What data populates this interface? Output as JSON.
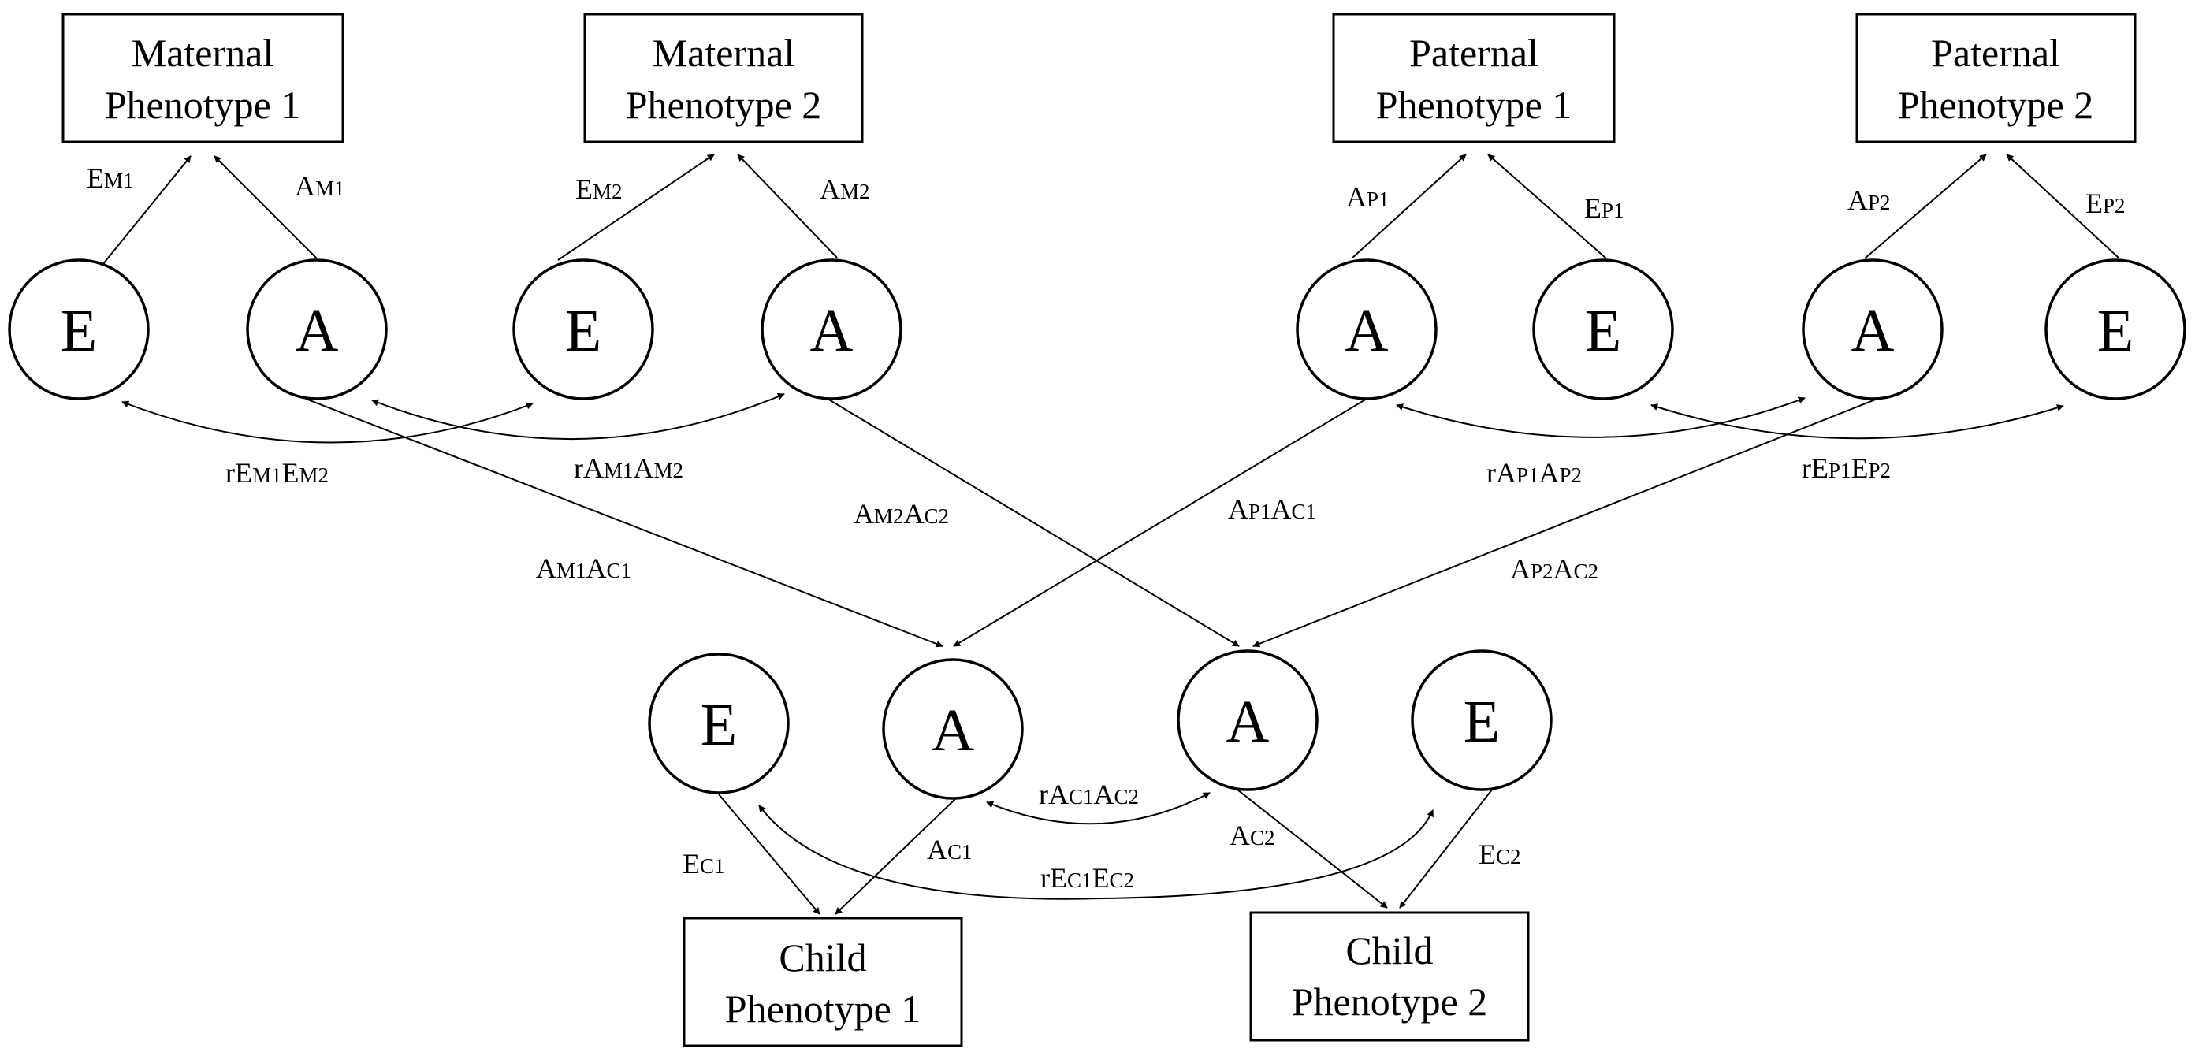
{
  "boxes": {
    "maternal_1": [
      "Maternal",
      "Phenotype 1"
    ],
    "maternal_2": [
      "Maternal",
      "Phenotype 2"
    ],
    "paternal_1": [
      "Paternal",
      "Phenotype 1"
    ],
    "paternal_2": [
      "Paternal",
      "Phenotype 2"
    ],
    "child_1": [
      "Child",
      "Phenotype 1"
    ],
    "child_2": [
      "Child",
      "Phenotype 2"
    ]
  },
  "nodes": {
    "e_m1": "E",
    "a_m1": "A",
    "e_m2": "E",
    "a_m2": "A",
    "a_p1": "A",
    "e_p1": "E",
    "a_p2": "A",
    "e_p2": "E",
    "e_c1": "E",
    "a_c1": "A",
    "a_c2": "A",
    "e_c2": "E"
  },
  "paths": {
    "e_m1": [
      "E",
      "M1"
    ],
    "a_m1": [
      "A",
      "M1"
    ],
    "e_m2": [
      "E",
      "M2"
    ],
    "a_m2": [
      "A",
      "M2"
    ],
    "a_p1": [
      "A",
      "P1"
    ],
    "e_p1": [
      "E",
      "P1"
    ],
    "a_p2": [
      "A",
      "P2"
    ],
    "e_p2": [
      "E",
      "P2"
    ],
    "e_c1": [
      "E",
      "C1"
    ],
    "a_c1": [
      "A",
      "C1"
    ],
    "a_c2": [
      "A",
      "C2"
    ],
    "e_c2": [
      "E",
      "C2"
    ]
  },
  "correlations": {
    "r_em1_em2": [
      "r",
      "E",
      "M1",
      "E",
      "M2"
    ],
    "r_am1_am2": [
      "r",
      "A",
      "M1",
      "A",
      "M2"
    ],
    "r_ap1_ap2": [
      "r",
      "A",
      "P1",
      "A",
      "P2"
    ],
    "r_ep1_ep2": [
      "r",
      "E",
      "P1",
      "E",
      "P2"
    ],
    "r_ac1_ac2": [
      "r",
      "A",
      "C1",
      "A",
      "C2"
    ],
    "r_ec1_ec2": [
      "r",
      "E",
      "C1",
      "E",
      "C2"
    ]
  },
  "transmissions": {
    "am1_ac1": [
      "A",
      "M1",
      "A",
      "C1"
    ],
    "am2_ac2": [
      "A",
      "M2",
      "A",
      "C2"
    ],
    "ap1_ac1": [
      "A",
      "P1",
      "A",
      "C1"
    ],
    "ap2_ac2": [
      "A",
      "P2",
      "A",
      "C2"
    ]
  }
}
